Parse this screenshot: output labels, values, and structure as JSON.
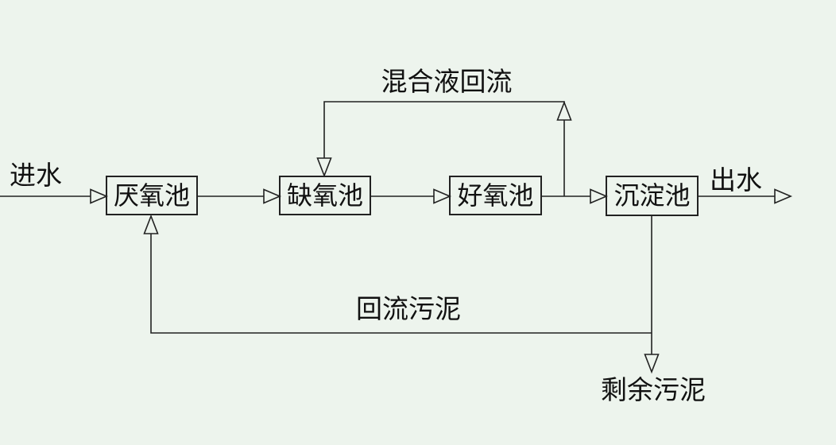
{
  "diagram": {
    "colors": {
      "background": "#edf4ed",
      "line": "#222222",
      "text": "#111111"
    },
    "boxes": [
      {
        "label": "厌氧池"
      },
      {
        "label": "缺氧池"
      },
      {
        "label": "好氧池"
      },
      {
        "label": "沉淀池"
      }
    ],
    "labels": {
      "influent": "进水",
      "effluent": "出水",
      "mixed_liquor_return": "混合液回流",
      "return_sludge": "回流污泥",
      "excess_sludge": "剩余污泥"
    }
  }
}
